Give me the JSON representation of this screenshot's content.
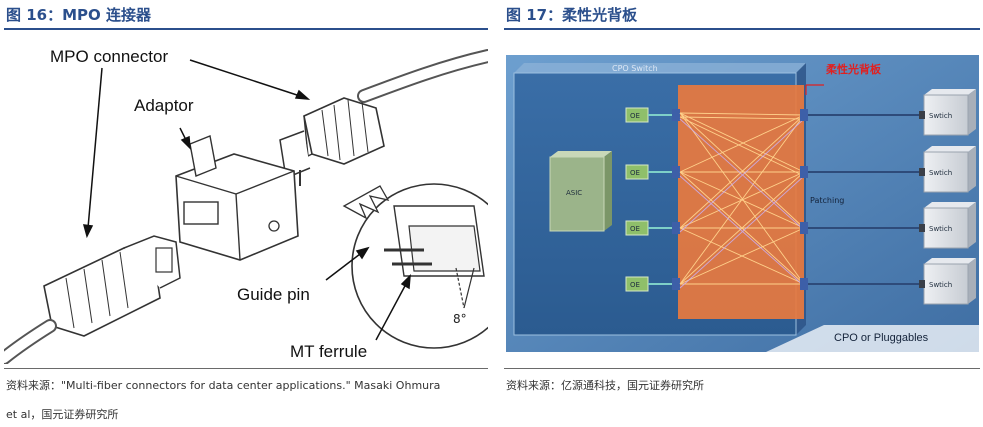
{
  "figure16": {
    "title": "图 16：MPO 连接器",
    "labels": {
      "mpo_connector": "MPO connector",
      "adaptor": "Adaptor",
      "guide_pin": "Guide pin",
      "mt_ferrule": "MT ferrule",
      "angle": "8°"
    },
    "source_line1": "资料来源：\"Multi-fiber connectors for data center applications.\" Masaki Ohmura",
    "source_line2": "et al，国元证券研究所"
  },
  "figure17": {
    "title": "图 17：柔性光背板",
    "labels": {
      "cpo_switch": "CPO Switch",
      "flex_backplane": "柔性光背板",
      "asic": "ASIC",
      "oe": [
        "OE",
        "OE",
        "OE",
        "OE"
      ],
      "patching": "Patching",
      "switches": [
        "Swtich",
        "Swtich",
        "Swtich",
        "Swtich"
      ],
      "footer": "CPO or Pluggables"
    },
    "source": "资料来源：亿源通科技，国元证券研究所"
  },
  "colors": {
    "title_blue": "#2b4f8c",
    "panel_bg": "#4d7fb3",
    "cpo_box": "#2f5f96",
    "flex_orange": "#e8793f",
    "asic_green": "#9bb48a",
    "oe_green": "#8fbf6a",
    "red_label": "#e02020"
  }
}
